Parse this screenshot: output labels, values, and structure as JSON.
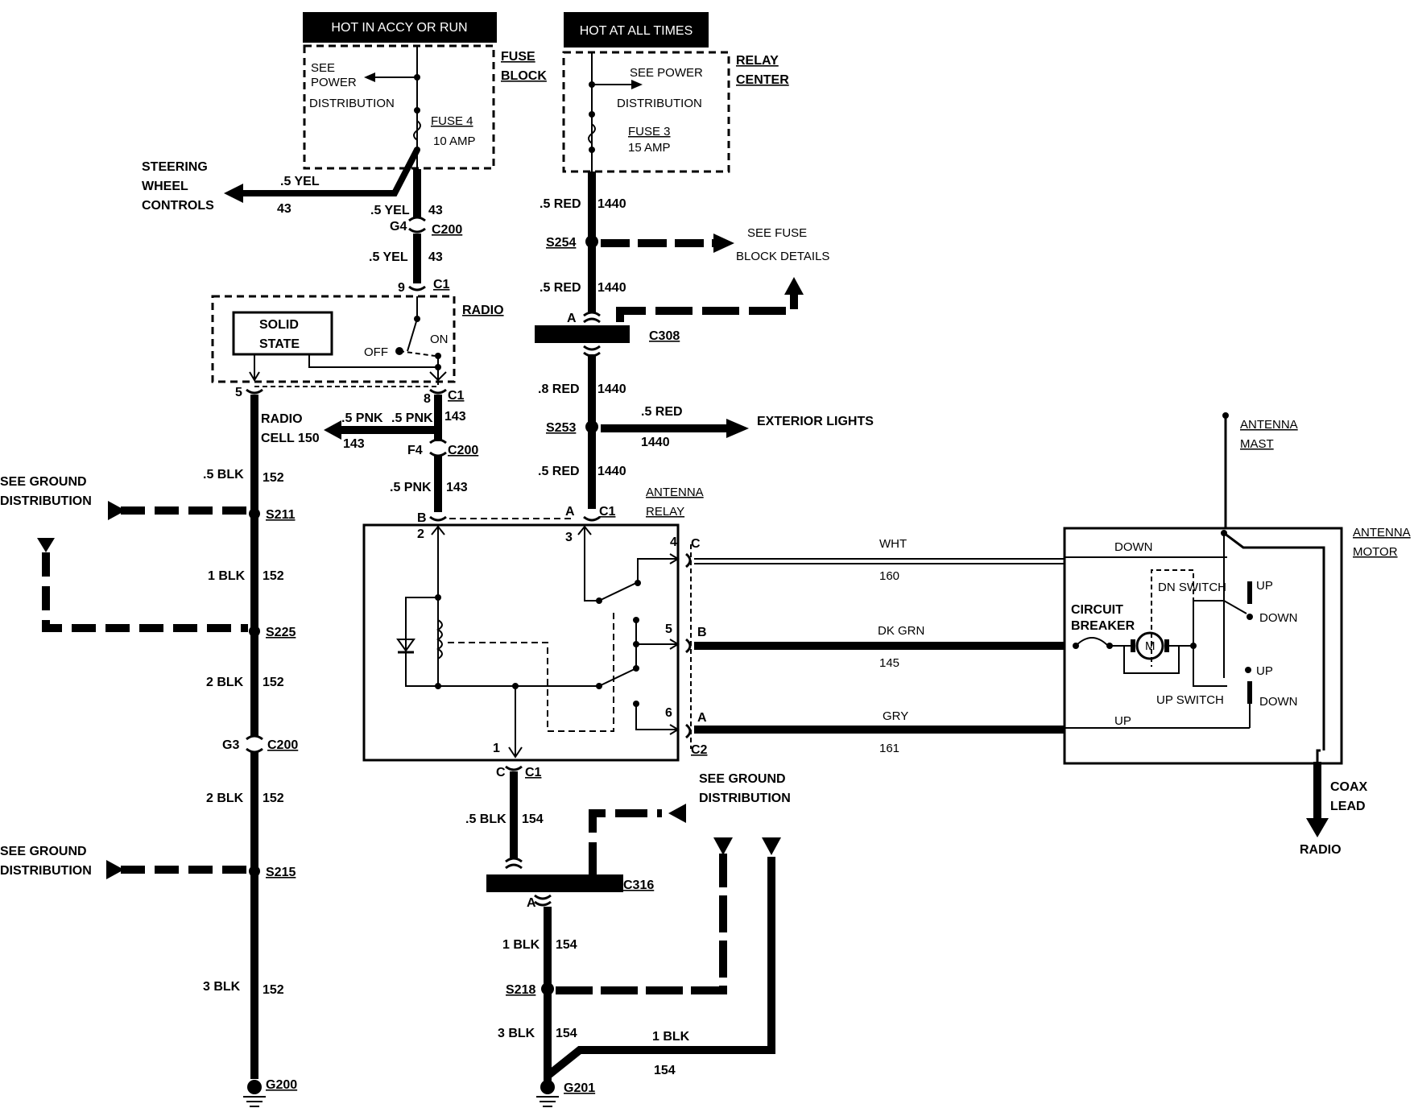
{
  "headers": {
    "accy_run": "HOT IN ACCY OR RUN",
    "all_times": "HOT AT ALL TIMES"
  },
  "fuse_block": {
    "title_1": "FUSE",
    "title_2": "BLOCK",
    "see_1": "SEE",
    "see_2": "POWER",
    "see_3": "DISTRIBUTION",
    "fuse": "FUSE 4",
    "amp": "10 AMP"
  },
  "relay_center": {
    "title_1": "RELAY",
    "title_2": "CENTER",
    "see_1": "SEE POWER",
    "see_2": "DISTRIBUTION",
    "fuse": "FUSE 3",
    "amp": "15 AMP"
  },
  "steering": {
    "l1": "STEERING",
    "l2": "WHEEL",
    "l3": "CONTROLS"
  },
  "radio": {
    "title": "RADIO",
    "solid_1": "SOLID",
    "solid_2": "STATE",
    "off": "OFF",
    "on": "ON",
    "cell_1": "RADIO",
    "cell_2": "CELL 150"
  },
  "fuse_details": {
    "l1": "SEE FUSE",
    "l2": "BLOCK DETAILS"
  },
  "exterior": "EXTERIOR LIGHTS",
  "antenna_relay": {
    "l1": "ANTENNA",
    "l2": "RELAY"
  },
  "antenna_mast": {
    "l1": "ANTENNA",
    "l2": "MAST"
  },
  "antenna_motor": {
    "l1": "ANTENNA",
    "l2": "MOTOR"
  },
  "motor": {
    "cb_1": "CIRCUIT",
    "cb_2": "BREAKER",
    "m": "M",
    "dn_switch": "DN SWITCH",
    "up_switch": "UP SWITCH",
    "down": "DOWN",
    "up": "UP"
  },
  "coax": {
    "l1": "COAX",
    "l2": "LEAD",
    "radio": "RADIO"
  },
  "ground_dist": {
    "l1": "SEE GROUND",
    "l2": "DISTRIBUTION"
  },
  "wires": {
    "yel5": ".5 YEL",
    "c43": "43",
    "red5": ".5 RED",
    "red8": ".8 RED",
    "c1440": "1440",
    "pnk5": ".5 PNK",
    "c143": "143",
    "blk5": ".5 BLK",
    "blk1": "1 BLK",
    "blk2": "2 BLK",
    "blk3": "3 BLK",
    "c152": "152",
    "c154": "154",
    "wht": "WHT",
    "c160": "160",
    "dkgrn": "DK GRN",
    "c145": "145",
    "gry": "GRY",
    "c161": "161"
  },
  "connectors": {
    "c200": "C200",
    "c1": "C1",
    "c2": "C2",
    "c308": "C308",
    "c316": "C316",
    "g4": "G4",
    "f4": "F4",
    "g3": "G3",
    "p9": "9",
    "p8": "8",
    "p5": "5",
    "pA": "A",
    "pB": "B",
    "pC": "C",
    "p1": "1",
    "p2": "2",
    "p3": "3",
    "p4": "4",
    "p6": "6"
  },
  "splices": {
    "s254": "S254",
    "s253": "S253",
    "s211": "S211",
    "s225": "S225",
    "s215": "S215",
    "s218": "S218"
  },
  "grounds": {
    "g200": "G200",
    "g201": "G201"
  }
}
